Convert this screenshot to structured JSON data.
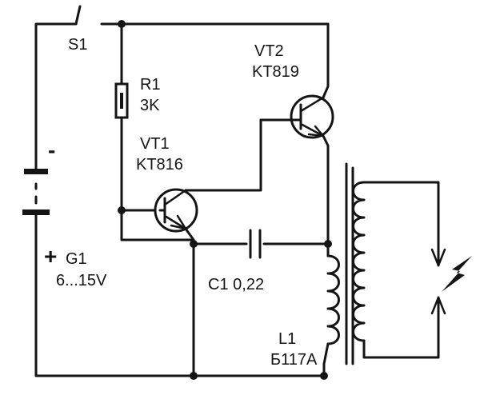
{
  "components": {
    "switch": {
      "ref": "S1"
    },
    "resistor": {
      "ref": "R1",
      "value": "3K"
    },
    "transistor_1": {
      "ref": "VT1",
      "part": "KT816"
    },
    "transistor_2": {
      "ref": "VT2",
      "part": "KT819"
    },
    "capacitor": {
      "ref": "C1",
      "value": "0,22"
    },
    "transformer": {
      "ref": "L1",
      "part": "Б117А"
    },
    "battery": {
      "ref": "G1",
      "voltage": "6...15V",
      "minus_sign": "-",
      "plus_sign": "+"
    }
  },
  "colors": {
    "ink": "#141414",
    "background": "#ffffff"
  }
}
